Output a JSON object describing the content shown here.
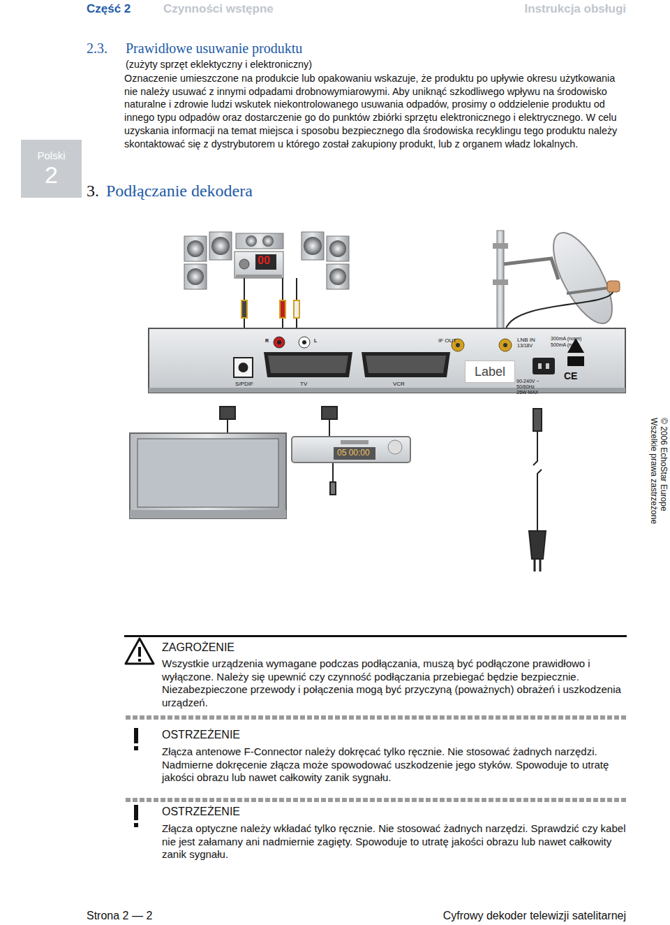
{
  "diagram": {
    "title": "Podłączanie dekodera",
    "nodes": [
      {
        "text": [
          "Polski",
          "2"
        ]
      },
      {
        "text": [
          "Label"
        ]
      }
    ],
    "labels": [
      "Część 2",
      "Czynności wstępne",
      "Instrukcja obsługi",
      "2.3.",
      "Prawidłowe usuwanie produktu",
      "(zużyty sprzęt eklektyczny i elektroniczny)",
      "Oznaczenie umieszczone na produkcie lub opakowaniu wskazuje, że produktu po upływie okresu użytkowania nie należy usuwać z innymi odpadami drobnowymiarowymi. Aby uniknąć szkodliwego wpływu na środowisko naturalne i zdrowie ludzi wskutek niekontrolowanego usuwania odpadów, prosimy o oddzielenie produktu od innego typu odpadów oraz dostarczenie go do punktów zbiórki sprzętu elektronicznego i elektrycznego. W celu uzyskania informacji na temat miejsca i sposobu bezpiecznego dla środowiska recyklingu tego produktu należy skontaktować się z dystrybutorem u którego został zakupiony produkt, lub z organem władz lokalnych.",
      "3.",
      "R",
      "L",
      "IF OUT",
      "LNB IN",
      "13/18V",
      "300mA (norm)",
      "500mA (max)",
      "S/PDIF",
      "TV",
      "VCR",
      "90-240V ~",
      "50/60Hz",
      "25W MAX",
      "CE",
      "00",
      "05 00:00",
      "© 2006 EchoStar Europe",
      "Wszelkie prawa zastrzeżone",
      "ZAGROŻENIE",
      "Wszystkie urządzenia wymagane podczas podłączania, muszą być podłączone prawidłowo i wyłączone. Należy się upewnić czy czynność podłączania przebiegać będzie bezpiecznie. Niezabezpieczone przewody i połączenia mogą być przyczyną (poważnych) obrażeń i uszkodzenia urządzeń.",
      "OSTRZEŻENIE",
      "Złącza antenowe F-Connector należy dokręcać tylko ręcznie. Nie stosować żadnych narzędzi. Nadmierne dokręcenie złącza może spowodować uszkodzenie jego styków. Spowoduje to utratę jakości obrazu lub nawet całkowity zanik sygnału.",
      "OSTRZEŻENIE",
      "Złącza optyczne należy wkładać tylko ręcznie. Nie stosować żadnych narzędzi. Sprawdzić czy kabel nie jest załamany ani nadmiernie zagięty. Spowoduje to utratę jakości obrazu lub nawet całkowity zanik sygnału.",
      "Strona 2 — 2",
      "Cyfrowy dekoder telewizji satelitarnej"
    ]
  }
}
